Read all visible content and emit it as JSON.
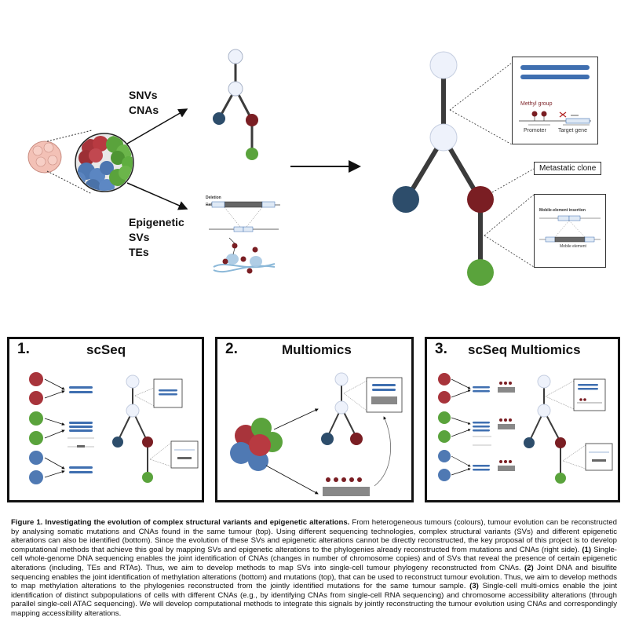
{
  "top": {
    "label_mut": "SNVs\nCNAs",
    "label_epi": "Epigenetic\nSVs\nTEs",
    "deletion_label": "Deletion",
    "ref_label": "Ref",
    "methyl_group": "Methyl group",
    "promoter": "Promoter",
    "target_gene": "Target gene",
    "metastatic_clone": "Metastatic clone",
    "mobile_insertion": "Mobile-element insertion",
    "mobile_element": "Mobile element"
  },
  "panels": [
    {
      "num": "1.",
      "title": "scSeq"
    },
    {
      "num": "2.",
      "title": "Multiomics"
    },
    {
      "num": "3.",
      "title": "scSeq Multiomics"
    }
  ],
  "caption": {
    "heading": "Figure 1. Investigating the evolution of complex structural variants and epigenetic alterations.",
    "p1": " From heterogeneous tumours (colours), tumour evolution can be reconstructed by analysing somatic mutations and CNAs found in the same tumour (top). Using different sequencing technologies, complex structural variants (SVs) and different epigenetic alterations can also be identified (bottom). Since the evolution of these SVs and epigenetic alterations cannot be directly reconstructed, the key proposal of this project is to develop computational methods that achieve this goal by mapping SVs and epigenetic alterations to the phylogenies already reconstructed from mutations and CNAs (right side). ",
    "m1": "(1)",
    "p2": " Single-cell whole-genome DNA sequencing enables the joint identification of CNAs (changes in number of chromosome copies) and of SVs that reveal the presence of certain epigenetic alterations (including, TEs and RTAs). Thus, we aim to develop methods to map SVs into single-cell tumour phylogeny reconstructed from CNAs. ",
    "m2": "(2)",
    "p3": " Joint DNA and bisulfite sequencing enables the joint identification of methylation alterations (bottom) and mutations (top), that can be used to reconstruct tumour evolution. Thus, we aim to develop methods to map methylation alterations to the phylogenies reconstructed from the jointly identified mutations for the same tumour sample. ",
    "m3": "(3)",
    "p4": " Single-cell multi-omics enable the joint identification of distinct subpopulations of cells with different CNAs (e.g., by identifying CNAs from single-cell RNA sequencing) and chromosome accessibility alterations (through parallel single-cell ATAC sequencing). We will develop computational methods to integrate this signals by jointly reconstructing the tumour evolution using CNAs and correspondingly mapping accessibility alterations."
  },
  "colors": {
    "node_white": "#eef2fb",
    "node_blue": "#2d4d6b",
    "node_red": "#7a1e23",
    "node_green": "#5aa33c",
    "edge": "#3b3b3b",
    "chromosome": "#3f6fb0"
  }
}
